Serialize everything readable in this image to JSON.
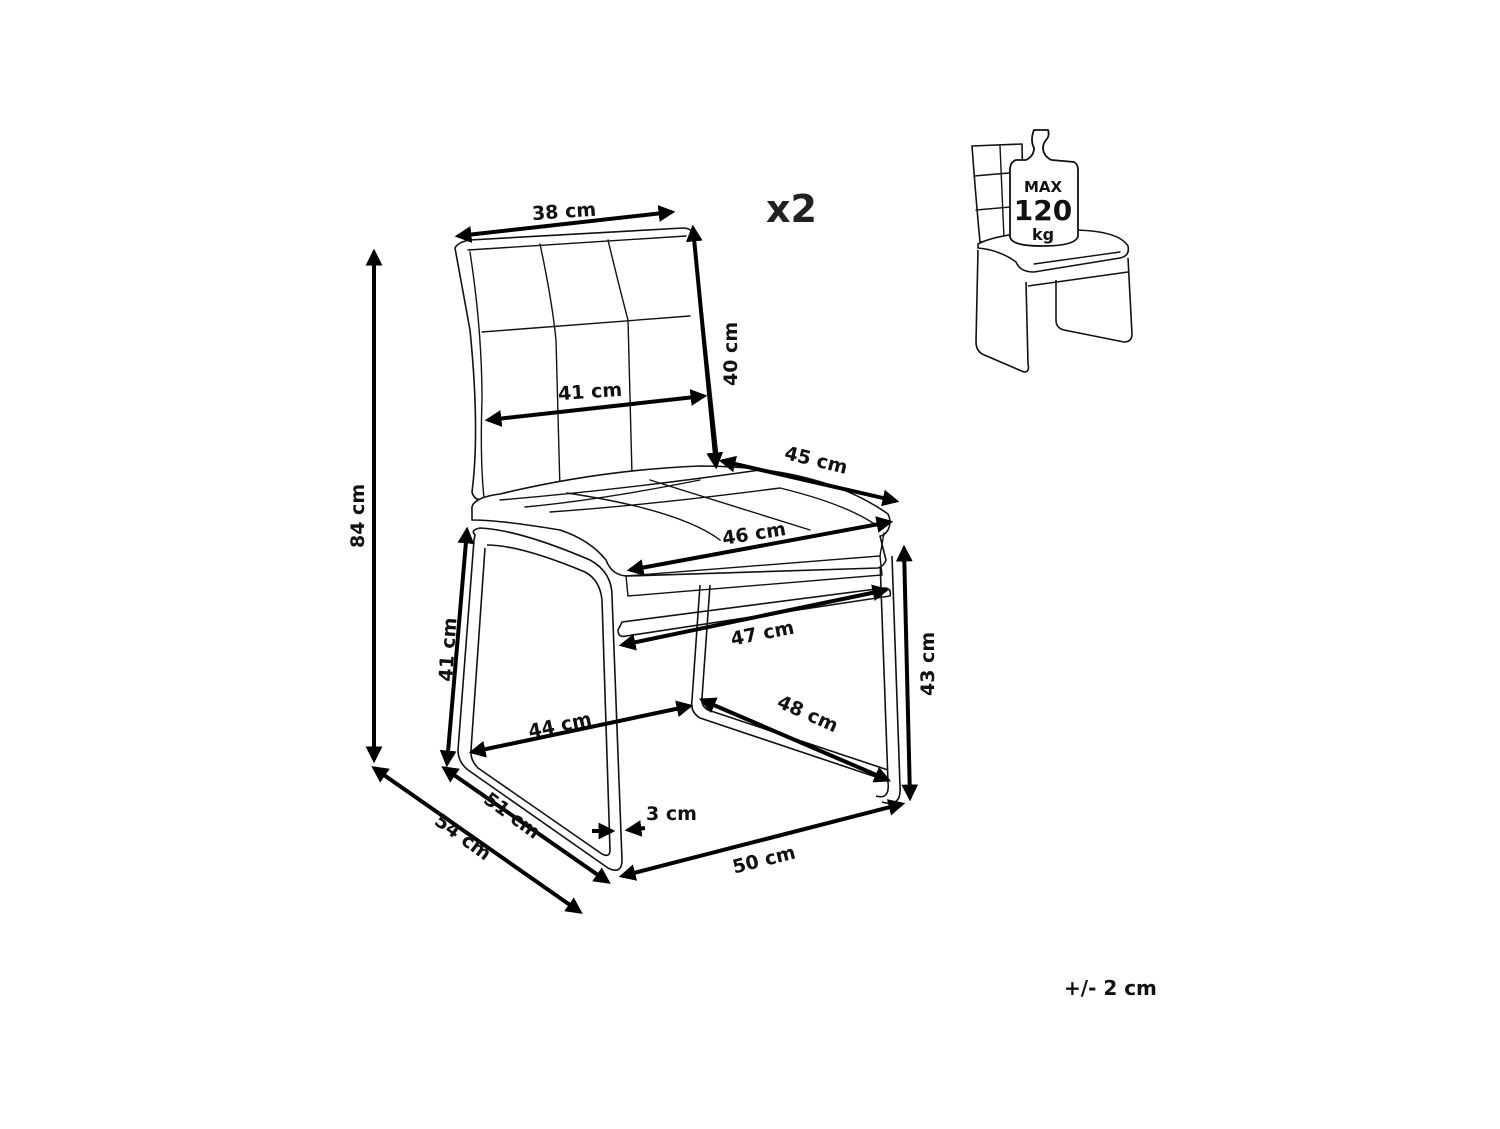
{
  "diagram": {
    "subject": "dining chair with quilted back and seat on sled-base metal frame",
    "quantity_label": "x2",
    "tolerance_label": "+/- 2 cm",
    "dimensions": {
      "total_height": "84 cm",
      "backrest_top_width": "38 cm",
      "backrest_height": "40 cm",
      "backrest_width": "41 cm",
      "seat_depth": "45 cm",
      "seat_width": "46 cm",
      "frame_top_width": "47 cm",
      "seat_height_front": "41 cm",
      "seat_height_side": "43 cm",
      "frame_inner_width": "44 cm",
      "frame_inner_depth": "48 cm",
      "frame_depth": "51 cm",
      "total_depth": "54 cm",
      "tube_diameter": "3 cm",
      "total_width": "50 cm"
    },
    "load_badge": {
      "line1": "MAX",
      "line2": "120",
      "line3": "kg"
    }
  }
}
